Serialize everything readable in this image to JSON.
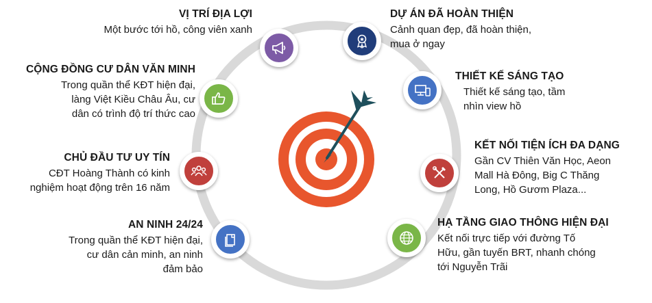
{
  "colors": {
    "ring": "#d9d9d9",
    "target_outer": "#e8562d",
    "target_mid": "#ffffff",
    "arrow": "#1e4f5c",
    "purple": "#7d5ba6",
    "green": "#7ab648",
    "red": "#c0403c",
    "blue": "#4472c4",
    "navy": "#203d7a"
  },
  "features": {
    "location": {
      "title": "VỊ TRÍ ĐỊA LỢI",
      "desc": "Một bước tới hồ, công viên xanh",
      "icon": "megaphone-icon"
    },
    "community": {
      "title": "CỘNG ĐỒNG CƯ DÂN VĂN MINH",
      "desc": "Trong quần thể KĐT hiện đại,\nlàng Việt Kiều Châu Âu, cư\ndân có trình độ trí thức cao",
      "icon": "thumbs-up-icon"
    },
    "investor": {
      "title": "CHỦ ĐẦU TƯ UY TÍN",
      "desc": "CĐT Hoàng Thành có kinh\nnghiệm hoạt động trên 16 năm",
      "icon": "people-icon"
    },
    "security": {
      "title": "AN NINH 24/24",
      "desc": "Trong quần thể KĐT hiện đại,\ncư dân cản minh, an ninh\nđảm bảo",
      "icon": "documents-icon"
    },
    "completed": {
      "title": "DỰ ÁN ĐÃ HOÀN THIỆN",
      "desc": "Cảnh quan đẹp, đã hoàn thiện,\nmua ở ngay",
      "icon": "award-icon"
    },
    "design": {
      "title": "THIẾT KẾ SÁNG TẠO",
      "desc": "Thiết kế sáng tạo, tầm\nnhìn view hồ",
      "icon": "devices-icon"
    },
    "amenities": {
      "title": "KẾT NỐI TIỆN ÍCH ĐA DẠNG",
      "desc": "Gần CV Thiên Văn Học, Aeon\nMall Hà Đông, Big C Thăng\nLong, Hồ Gươm Plaza...",
      "icon": "tools-icon"
    },
    "transport": {
      "title": "HẠ TẦNG GIAO THÔNG HIỆN ĐẠI",
      "desc": "Kết nối trực tiếp với đường Tố\nHữu, gần tuyến BRT, nhanh chóng\ntới Nguyễn Trãi",
      "icon": "globe-icon"
    }
  }
}
